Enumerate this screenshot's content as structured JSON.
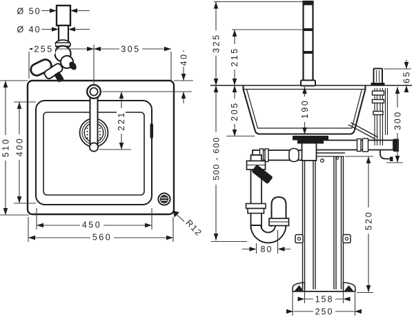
{
  "drawing": {
    "kind": "sink-installation-technical-drawing",
    "line_color": "#1d1d1b",
    "dimension_line_color": "#3a3a3a",
    "background_color": "#ffffff"
  },
  "top_view": {
    "spout_diameter": "Ø 50",
    "pipe_diameter": "Ø 40",
    "left_edge_to_faucet": "255",
    "faucet_to_right_edge": "305",
    "edge_to_faucet_axis": "40",
    "outer_depth": "510",
    "bowl_depth": "400",
    "spout_reach": "221",
    "bowl_width": "450",
    "outer_width": "560",
    "corner_radius": "R12"
  },
  "side_view": {
    "faucet_height_total": "325",
    "faucet_height_spout": "215",
    "handle_height": "65",
    "bowl_inner_depth": "190",
    "under_counter_depth": "205",
    "trap_height_range": "500 - 600",
    "counter_to_outlet": "300",
    "pillar_height": "520",
    "trap_offset": "80",
    "pillar_width": "158",
    "base_width": "250"
  }
}
